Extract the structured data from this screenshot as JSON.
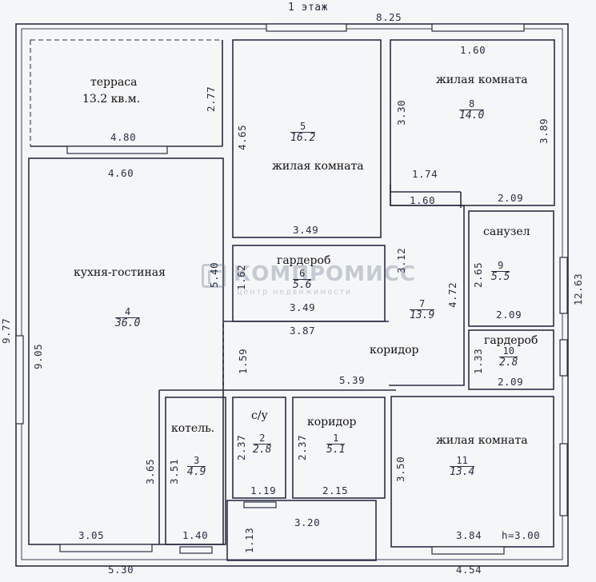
{
  "floor_title": "1 этаж",
  "rooms": {
    "terrace": {
      "name": "терраса",
      "area_text": "13.2 кв.м."
    },
    "living_5": {
      "number": "5",
      "area": "16.2",
      "name": "жилая комната"
    },
    "living_8": {
      "number": "8",
      "area": "14.0",
      "name": "жилая комната"
    },
    "kitchen_4": {
      "number": "4",
      "area": "36.0",
      "name": "кухня-гостиная"
    },
    "wardrobe_6": {
      "number": "6",
      "area": "5.6",
      "name": "гардероб"
    },
    "corridor_7": {
      "number": "7",
      "area": "13.9",
      "name": "коридор"
    },
    "bath_9": {
      "number": "9",
      "area": "5.5",
      "name": "санузел"
    },
    "wardrobe_10": {
      "number": "10",
      "area": "2.8",
      "name": "гардероб"
    },
    "boiler_3": {
      "number": "3",
      "area": "4.9",
      "name": "котель."
    },
    "wc_2": {
      "number": "2",
      "area": "2.8",
      "name": "с/у"
    },
    "corridor_1": {
      "number": "1",
      "area": "5.1",
      "name": "коридор"
    },
    "living_11": {
      "number": "11",
      "area": "13.4",
      "name": "жилая комната"
    }
  },
  "dimensions": {
    "d_8_25": "8.25",
    "d_1_60_top": "1.60",
    "d_2_77": "2.77",
    "d_4_80": "4.80",
    "d_4_65": "4.65",
    "d_3_30": "3.30",
    "d_3_89": "3.89",
    "d_4_60": "4.60",
    "d_1_74": "1.74",
    "d_1_60_mid": "1.60",
    "d_2_09_a": "2.09",
    "d_3_49_a": "3.49",
    "d_5_40": "5.40",
    "d_1_62": "1.62",
    "d_3_12": "3.12",
    "d_2_65": "2.65",
    "d_12_63": "12.63",
    "d_4_72": "4.72",
    "d_3_49_b": "3.49",
    "d_2_09_b": "2.09",
    "d_9_77": "9.77",
    "d_9_05": "9.05",
    "d_3_87": "3.87",
    "d_1_59": "1.59",
    "d_1_33": "1.33",
    "d_2_09_c": "2.09",
    "d_5_39": "5.39",
    "d_2_37_a": "2.37",
    "d_2_37_b": "2.37",
    "d_3_65": "3.65",
    "d_3_51": "3.51",
    "d_3_50": "3.50",
    "d_1_19": "1.19",
    "d_2_15": "2.15",
    "d_1_13": "1.13",
    "d_3_20": "3.20",
    "d_3_05": "3.05",
    "d_1_40": "1.40",
    "d_3_84": "3.84",
    "d_h": "h=3.00",
    "d_5_30": "5.30",
    "d_4_54": "4.54"
  },
  "watermark": {
    "brand": "КОМПРОМИСС",
    "subtitle": "центр недвижимости"
  },
  "colors": {
    "wall": "#2a2f44",
    "background": "#f5f6f8",
    "watermark": "#6c7b8c"
  }
}
